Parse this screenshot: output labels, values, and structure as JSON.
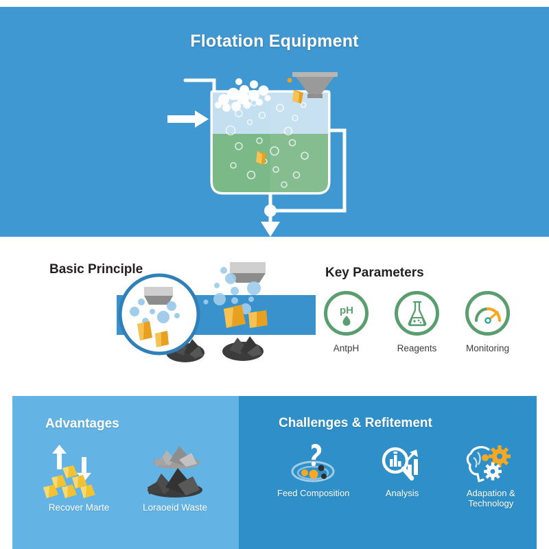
{
  "header": {
    "title": "Flotation Equipment",
    "bg_color": "#4098d2",
    "diagram": {
      "name": "flotation-cell-diagram",
      "parts": [
        "air-inlet-arrow",
        "feed-hopper",
        "froth-bubbles",
        "pulp-liquid",
        "gold-mineral-particle",
        "discharge-valve",
        "recycle-pipe"
      ]
    }
  },
  "middle": {
    "basic_principle": {
      "title": "Basic Principle",
      "diagram_name": "basic-principle-diagram",
      "elements": [
        "magnifier-lens",
        "air-bubbles",
        "gold-particles",
        "waste-rock-piles",
        "impeller-nozzle",
        "water-band"
      ]
    },
    "key_parameters": {
      "title": "Key Parameters",
      "accent_color": "#5a9e6f",
      "items": [
        {
          "icon": "ph-droplet-icon",
          "label": "AntpH"
        },
        {
          "icon": "flask-icon",
          "label": "Reagents"
        },
        {
          "icon": "gauge-icon",
          "label": "Monitoring"
        }
      ]
    }
  },
  "bottom": {
    "advantages": {
      "title": "Advantages",
      "bg_color": "#63b3e4",
      "items": [
        {
          "icon": "gold-nuggets-up-down-arrows-icon",
          "label": "Recover Marte"
        },
        {
          "icon": "waste-rock-piles-icon",
          "label": "Loraoeid Waste"
        }
      ]
    },
    "challenges": {
      "title": "Challenges & Refitement",
      "bg_color": "#2f8fc8",
      "items": [
        {
          "icon": "feed-composition-question-icon",
          "label": "Feed Composition"
        },
        {
          "icon": "magnifier-chart-icon",
          "label": "Analysis"
        },
        {
          "icon": "brain-gears-icon",
          "label": "Adapation & Technology"
        }
      ]
    }
  }
}
